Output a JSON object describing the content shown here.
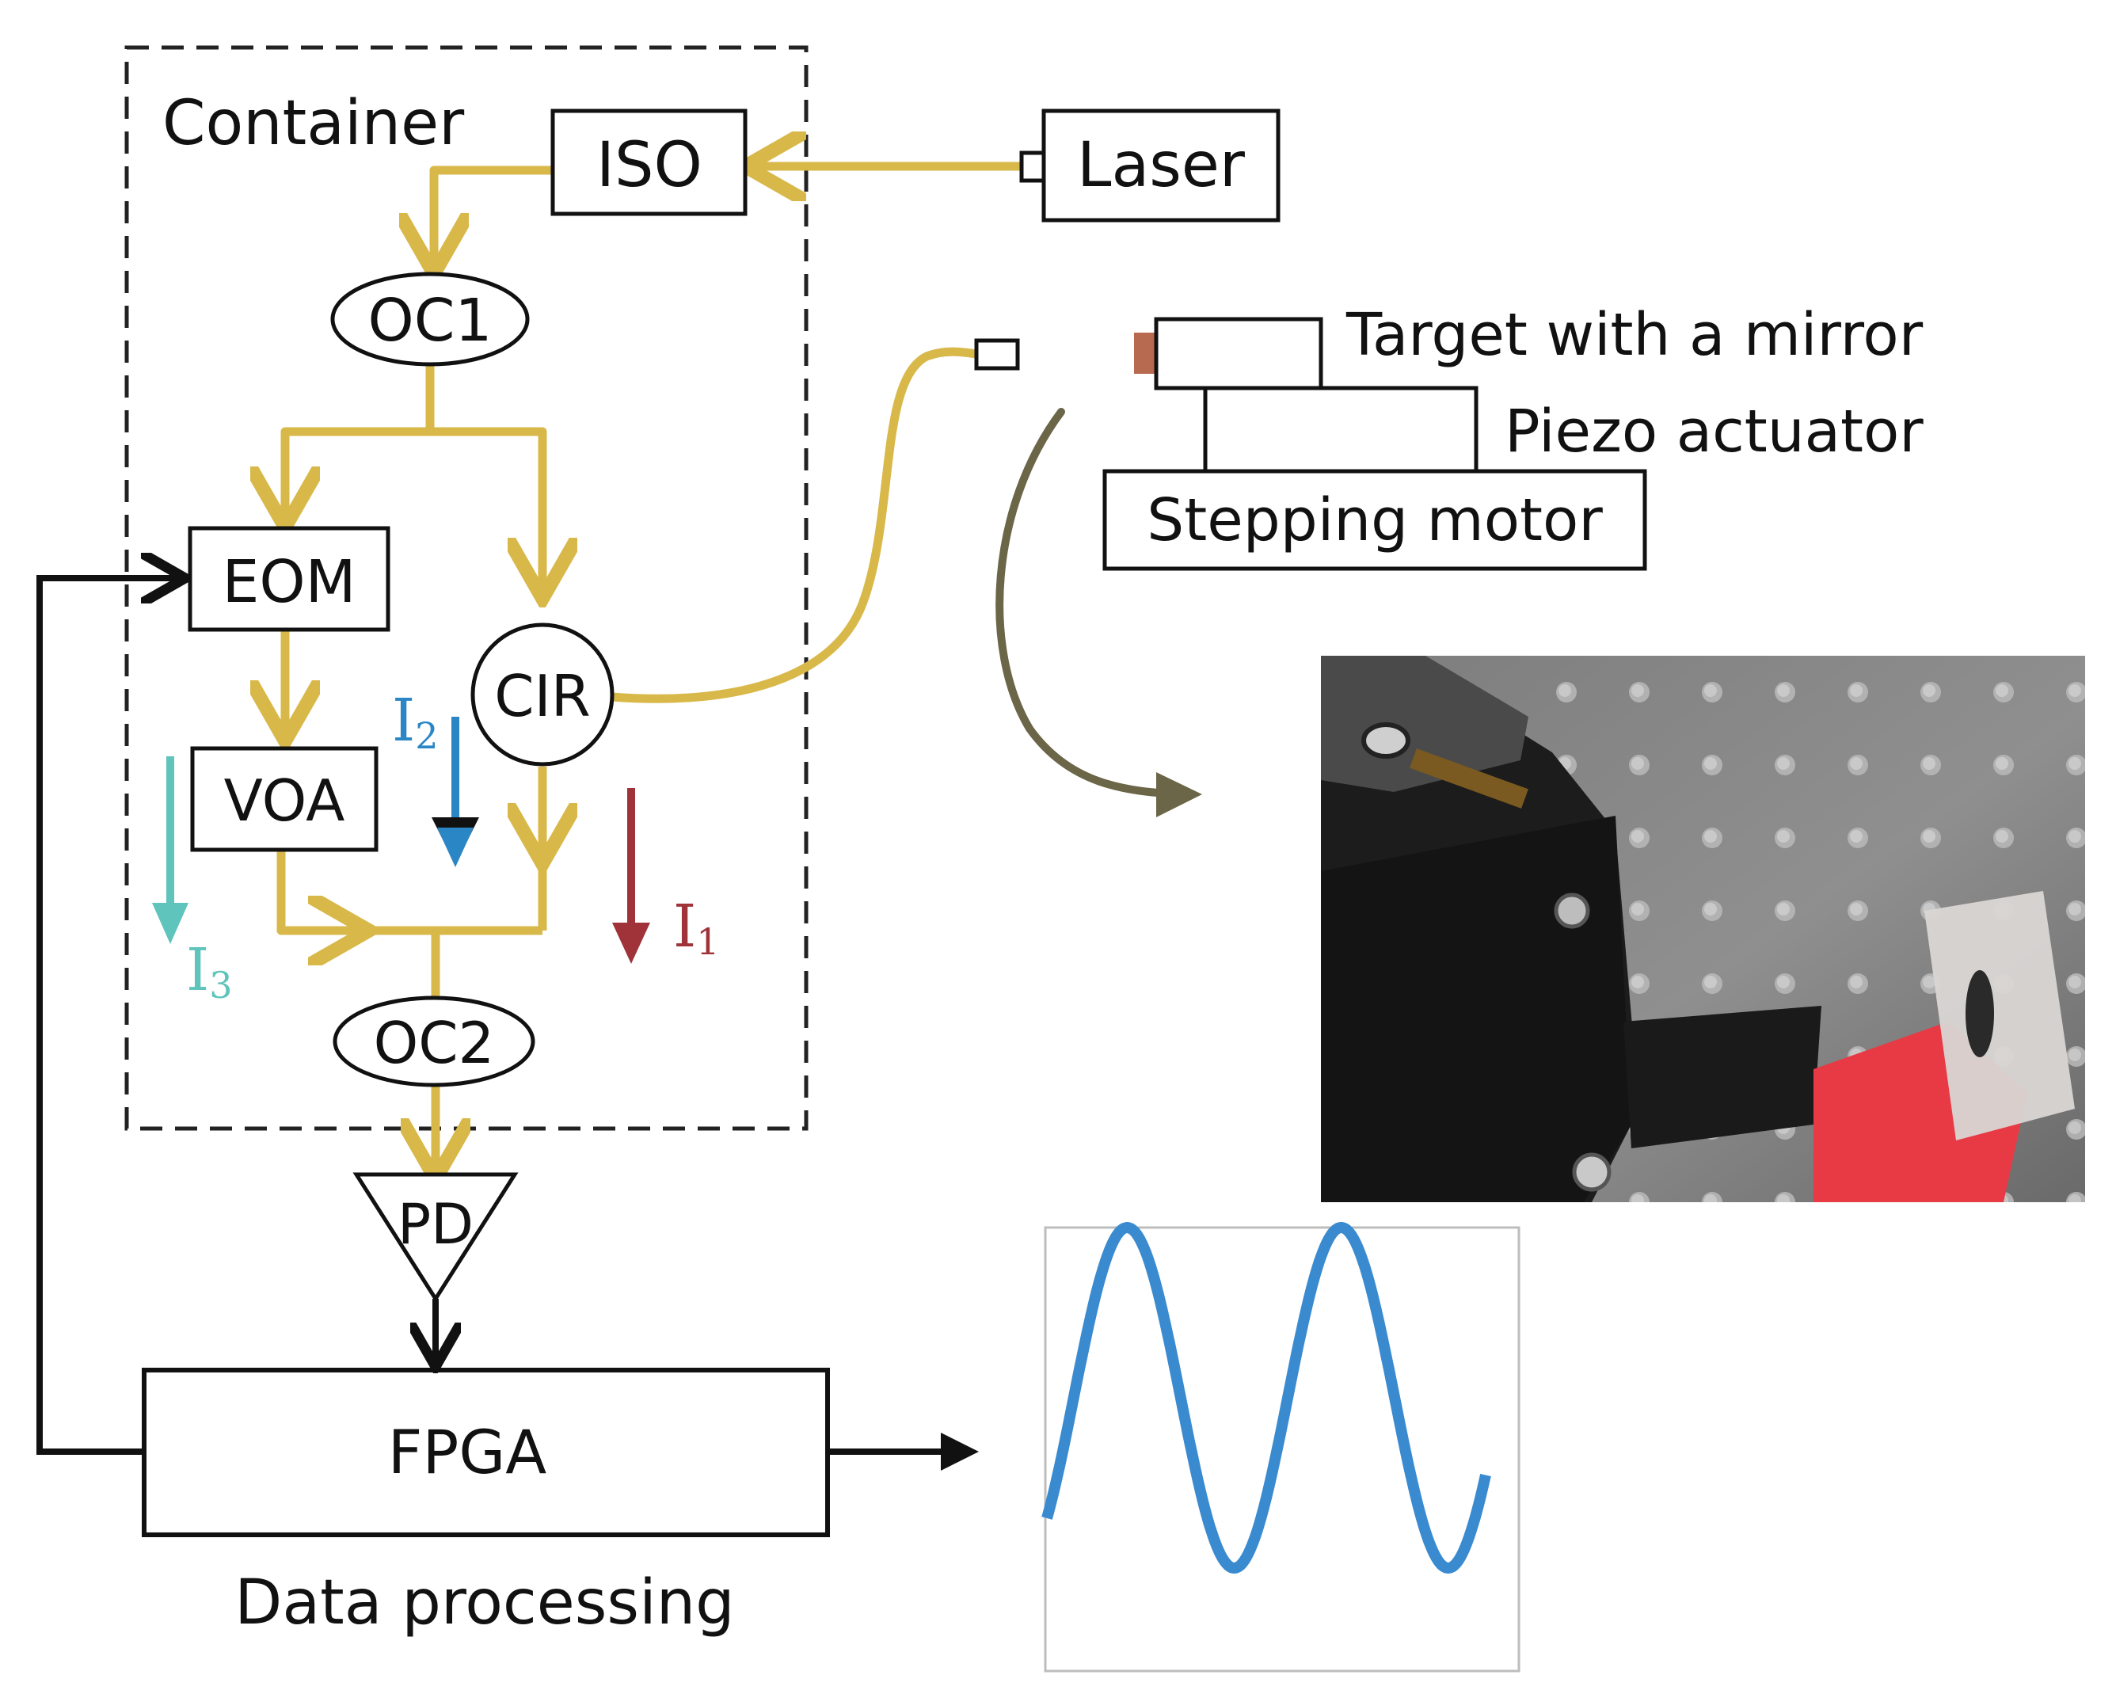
{
  "diagram": {
    "container_label": "Container",
    "blocks": {
      "iso": "ISO",
      "laser": "Laser",
      "oc1": "OC1",
      "eom": "EOM",
      "cir": "CIR",
      "voa": "VOA",
      "oc2": "OC2",
      "pd": "PD",
      "fpga": "FPGA"
    },
    "currents": {
      "i1": {
        "base": "I",
        "sub": "1",
        "color": "#a0333a"
      },
      "i2": {
        "base": "I",
        "sub": "2",
        "color": "#2b86c5"
      },
      "i3": {
        "base": "I",
        "sub": "3",
        "color": "#5fc4bb"
      }
    },
    "labels": {
      "target": "Target with a mirror",
      "piezo": "Piezo actuator",
      "stepping_motor": "Stepping motor",
      "data_processing": "Data processing"
    },
    "colors": {
      "fiber": "#d9b84a",
      "signal_line": "#111111",
      "mirror": "#b86a50",
      "curve_arrow": "#6b6648",
      "waveform": "#3a8ad0"
    }
  }
}
